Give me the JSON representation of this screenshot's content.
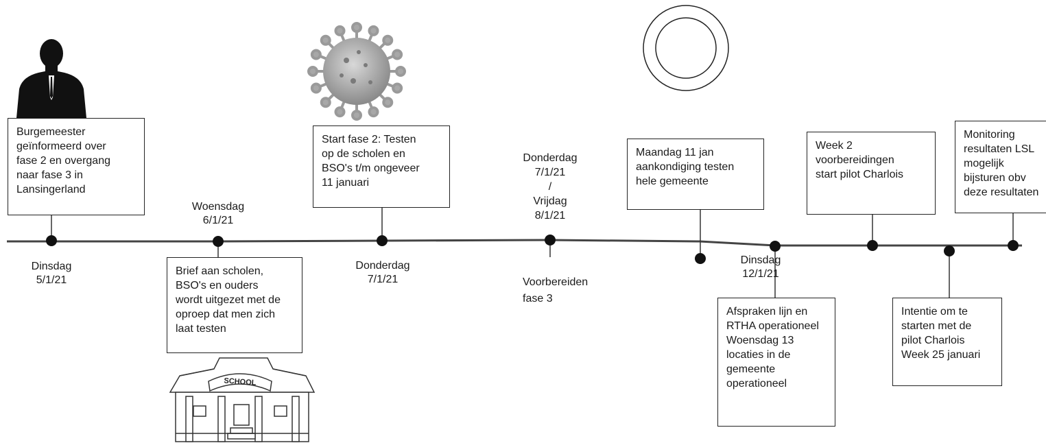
{
  "dates": {
    "d1": "Dinsdag\n5/1/21",
    "d2": "Woensdag\n6/1/21",
    "d3": "Donderdag\n7/1/21",
    "d4": "Donderdag\n7/1/21\n/\nVrijdag\n8/1/21",
    "d5": "Dinsdag\n12/1/21"
  },
  "boxes": {
    "b1": "Burgemeester\ngeïnformeerd over\nfase 2 en overgang\nnaar fase 3 in\nLansingerland",
    "b2": "Brief aan scholen,\nBSO's en ouders\nwordt uitgezet met de\noproep dat men zich\nlaat testen",
    "b3": "Start fase 2: Testen\nop de scholen en\nBSO's t/m ongeveer\n11 januari",
    "b4": "Maandag 11 jan\naankondiging testen\nhele gemeente",
    "b5": "Afspraken lijn en\nRTHA operationeel\nWoensdag 13\nlocaties in de\ngemeente\noperationeel",
    "b6": "Week 2\nvoorbereidingen\nstart pilot Charlois",
    "b7": "Intentie om te\nstarten met de\npilot Charlois\nWeek 25 januari",
    "b8": "Monitoring\nresultaten LSL\nmogelijk\nbijsturen obv\ndeze resultaten"
  },
  "notes": {
    "voorbereiden": "Voorbereiden\nfase 3"
  },
  "illustrations": {
    "person_icon": "person-silhouette-icon",
    "virus_icon": "virus-icon",
    "ring_icon": "ring-icon",
    "school_icon": "school-building-icon",
    "school_sign": "SCHOOL"
  }
}
